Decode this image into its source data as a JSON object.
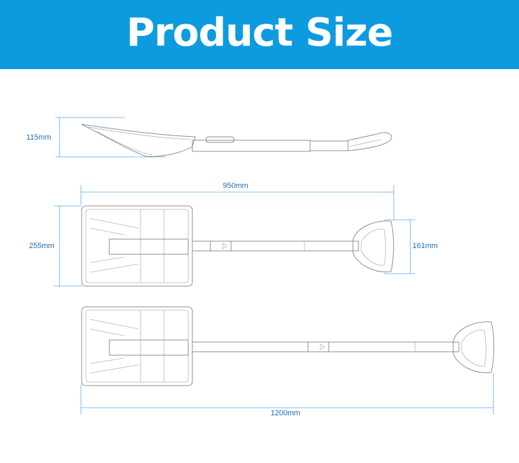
{
  "header": {
    "title": "Product Size"
  },
  "dimensions": {
    "side_height": "115mm",
    "handle_length": "950mm",
    "blade_width": "255mm",
    "grip_width": "161mm",
    "extended_length": "1200mm"
  }
}
